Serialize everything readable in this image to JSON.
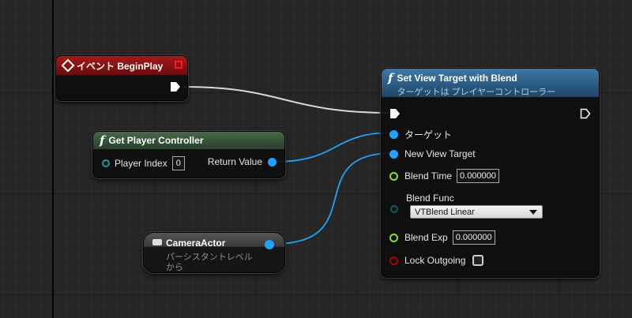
{
  "colors": {
    "event_header": "#8d1313",
    "function_header": "#37513a",
    "wire_blue": "#1ea3ff",
    "wire_exec": "#d8d8d8"
  },
  "begin_play": {
    "title": "イベント BeginPlay"
  },
  "get_player_controller": {
    "title": "Get Player Controller",
    "input_label": "Player Index",
    "input_value": "0",
    "output_label": "Return Value"
  },
  "camera_actor": {
    "title": "CameraActor",
    "subtitle_line1": "パーシスタントレベル",
    "subtitle_line2": "から"
  },
  "set_view_target": {
    "title": "Set View Target with Blend",
    "subtitle": "ターゲットは プレイヤーコントローラー",
    "pins": {
      "target": "ターゲット",
      "new_view_target": "New View Target",
      "blend_time": "Blend Time",
      "blend_time_value": "0.000000",
      "blend_func": "Blend Func",
      "blend_func_value": "VTBlend Linear",
      "blend_exp": "Blend Exp",
      "blend_exp_value": "0.000000",
      "lock_outgoing": "Lock Outgoing"
    }
  }
}
